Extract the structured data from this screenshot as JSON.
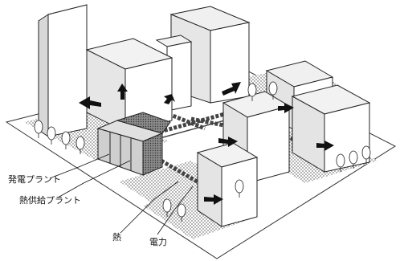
{
  "labels": {
    "power_plant": "発電プラント",
    "heat_plant": "熱供給プラント",
    "heat": "熱",
    "electricity": "電力"
  }
}
